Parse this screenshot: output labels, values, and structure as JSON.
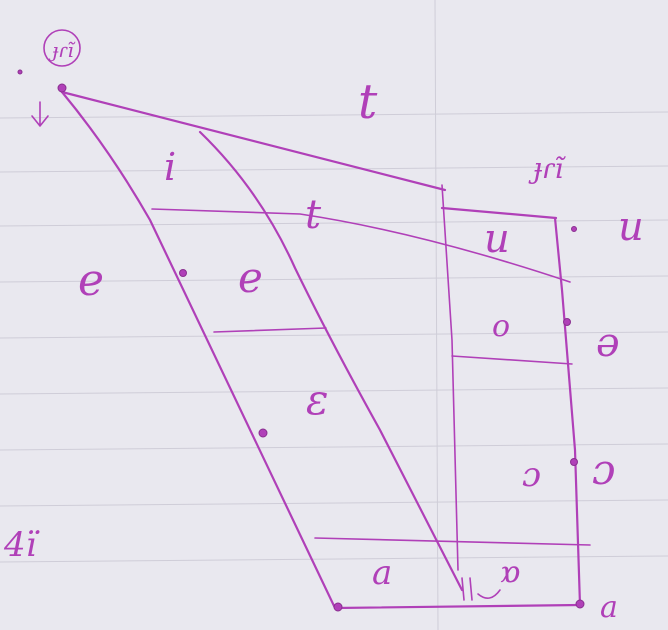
{
  "colors": {
    "paper": "#e9e8ef",
    "ink": "#b040b8",
    "ghost": "#cfcdd8"
  },
  "labels": {
    "top_corner": "ɟɾĩ",
    "front_label": "t",
    "back_label": "ɟɾĩ",
    "front_close": "i",
    "central_close": "t",
    "close_mid_outer": "e",
    "close_mid_inner": "e",
    "open_mid": "ɛ",
    "open_inner": "a",
    "back_close": "u",
    "back_close_outer": "u",
    "back_close_mid": "o",
    "back_close_mid_outer": "ə",
    "back_open_mid": "ɔ",
    "back_open_mid_outer": "ɔ",
    "back_open": "ɒ",
    "back_open_outer": "a",
    "margin_note": "4ï"
  }
}
